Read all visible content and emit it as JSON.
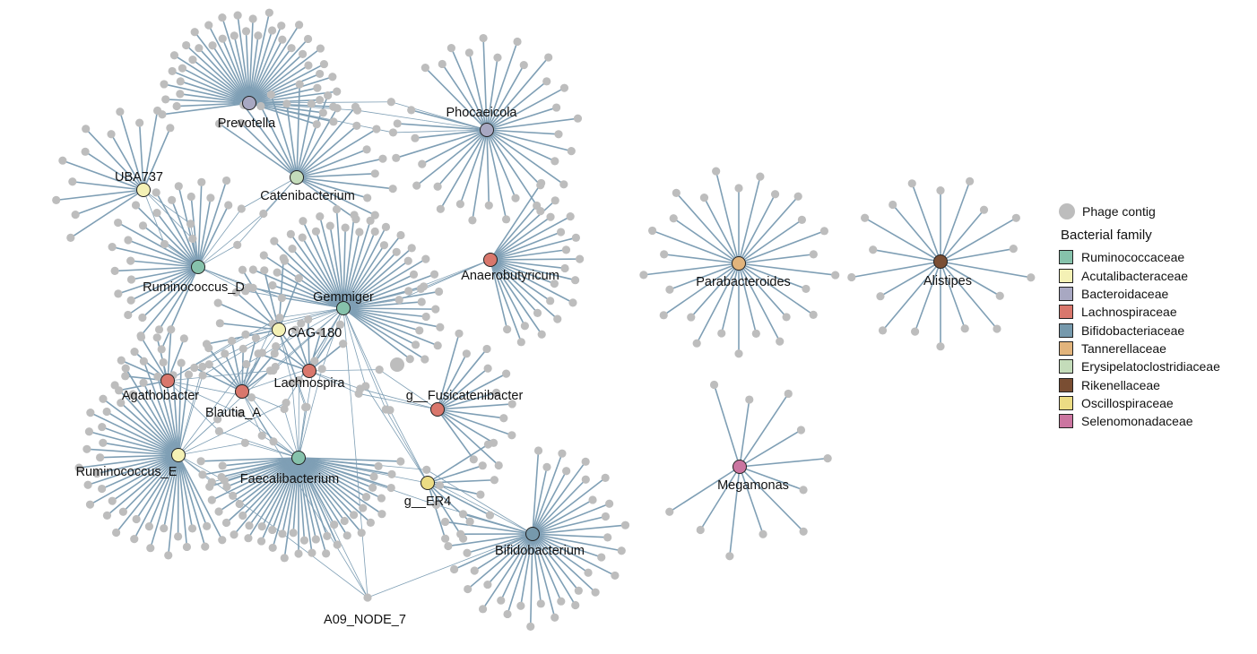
{
  "legend": {
    "phage_label": "Phage contig",
    "family_title": "Bacterial family",
    "families": [
      {
        "name": "Ruminococcaceae",
        "color": "#86c2ab"
      },
      {
        "name": "Acutalibacteraceae",
        "color": "#f4f1b5"
      },
      {
        "name": "Bacteroidaceae",
        "color": "#a8a8c2"
      },
      {
        "name": "Lachnospiraceae",
        "color": "#d9776c"
      },
      {
        "name": "Bifidobacteriaceae",
        "color": "#7699ac"
      },
      {
        "name": "Tannerellaceae",
        "color": "#e2b47c"
      },
      {
        "name": "Erysipelatoclostridiaceae",
        "color": "#c4dcba"
      },
      {
        "name": "Rikenellaceae",
        "color": "#7a4e33"
      },
      {
        "name": "Oscillospiraceae",
        "color": "#ecdc84"
      },
      {
        "name": "Selenomonadaceae",
        "color": "#cb75a0"
      }
    ],
    "phage_color": "#bdbdbd",
    "edge_color": "#7f9fb5"
  },
  "hosts": [
    {
      "name": "Prevotella",
      "family": "Bacteroidaceae",
      "phage_count": 42
    },
    {
      "name": "Phocaeicola",
      "family": "Bacteroidaceae",
      "phage_count": 32
    },
    {
      "name": "UBA737",
      "family": "Acutalibacteraceae",
      "phage_count": 12
    },
    {
      "name": "Catenibacterium",
      "family": "Erysipelatoclostridiaceae",
      "phage_count": 20
    },
    {
      "name": "Ruminococcus_D",
      "family": "Ruminococcaceae",
      "phage_count": 24
    },
    {
      "name": "Gemmiger",
      "family": "Ruminococcaceae",
      "phage_count": 40
    },
    {
      "name": "Anaerobutyricum",
      "family": "Lachnospiraceae",
      "phage_count": 20
    },
    {
      "name": "CAG-180",
      "family": "Acutalibacteraceae",
      "phage_count": 8
    },
    {
      "name": "Lachnospira",
      "family": "Lachnospiraceae",
      "phage_count": 8
    },
    {
      "name": "Agathobacter",
      "family": "Lachnospiraceae",
      "phage_count": 8
    },
    {
      "name": "Blautia_A",
      "family": "Lachnospiraceae",
      "phage_count": 10
    },
    {
      "name": "g__Fusicatenibacter",
      "family": "Lachnospiraceae",
      "phage_count": 12
    },
    {
      "name": "Ruminococcus_E",
      "family": "Acutalibacteraceae",
      "phage_count": 40
    },
    {
      "name": "Faecalibacterium",
      "family": "Ruminococcaceae",
      "phage_count": 45
    },
    {
      "name": "g__ER4",
      "family": "Oscillospiraceae",
      "phage_count": 8
    },
    {
      "name": "Bifidobacterium",
      "family": "Bifidobacteriaceae",
      "phage_count": 36
    },
    {
      "name": "Parabacteroides",
      "family": "Tannerellaceae",
      "phage_count": 26
    },
    {
      "name": "Alistipes",
      "family": "Rikenellaceae",
      "phage_count": 18
    },
    {
      "name": "Megamonas",
      "family": "Selenomonadaceae",
      "phage_count": 11
    }
  ],
  "labeled_phage": "A09_NODE_7"
}
